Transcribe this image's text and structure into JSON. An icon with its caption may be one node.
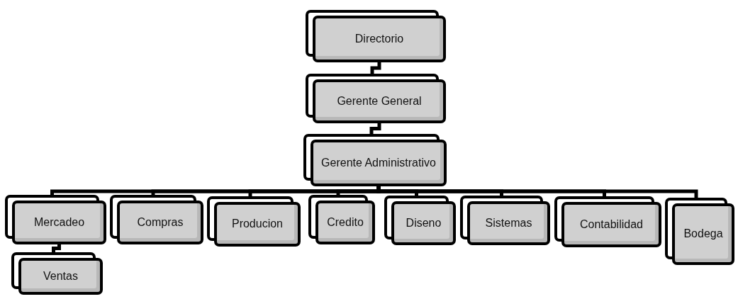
{
  "diagram": {
    "nodes": [
      {
        "text": [
          "Directorio"
        ]
      },
      {
        "text": [
          "Gerente General"
        ]
      },
      {
        "text": [
          "Gerente Administrativo"
        ]
      },
      {
        "text": [
          "Mercadeo"
        ]
      },
      {
        "text": [
          "Compras"
        ]
      },
      {
        "text": [
          "Producion"
        ]
      },
      {
        "text": [
          "Credito"
        ]
      },
      {
        "text": [
          "Diseno"
        ]
      },
      {
        "text": [
          "Sistemas"
        ]
      },
      {
        "text": [
          "Contabilidad"
        ]
      },
      {
        "text": [
          "Bodega"
        ]
      },
      {
        "text": [
          "Ventas"
        ]
      }
    ],
    "edges": [
      {
        "from": 0,
        "to": 1,
        "arrow": "none"
      },
      {
        "from": 1,
        "to": 2,
        "arrow": "none"
      },
      {
        "from": 2,
        "to": 3,
        "arrow": "none"
      },
      {
        "from": 2,
        "to": 4,
        "arrow": "none"
      },
      {
        "from": 2,
        "to": 5,
        "arrow": "none"
      },
      {
        "from": 2,
        "to": 6,
        "arrow": "none"
      },
      {
        "from": 2,
        "to": 7,
        "arrow": "none"
      },
      {
        "from": 2,
        "to": 8,
        "arrow": "none"
      },
      {
        "from": 2,
        "to": 9,
        "arrow": "none"
      },
      {
        "from": 2,
        "to": 10,
        "arrow": "none"
      },
      {
        "from": 3,
        "to": 11,
        "arrow": "none"
      }
    ]
  }
}
